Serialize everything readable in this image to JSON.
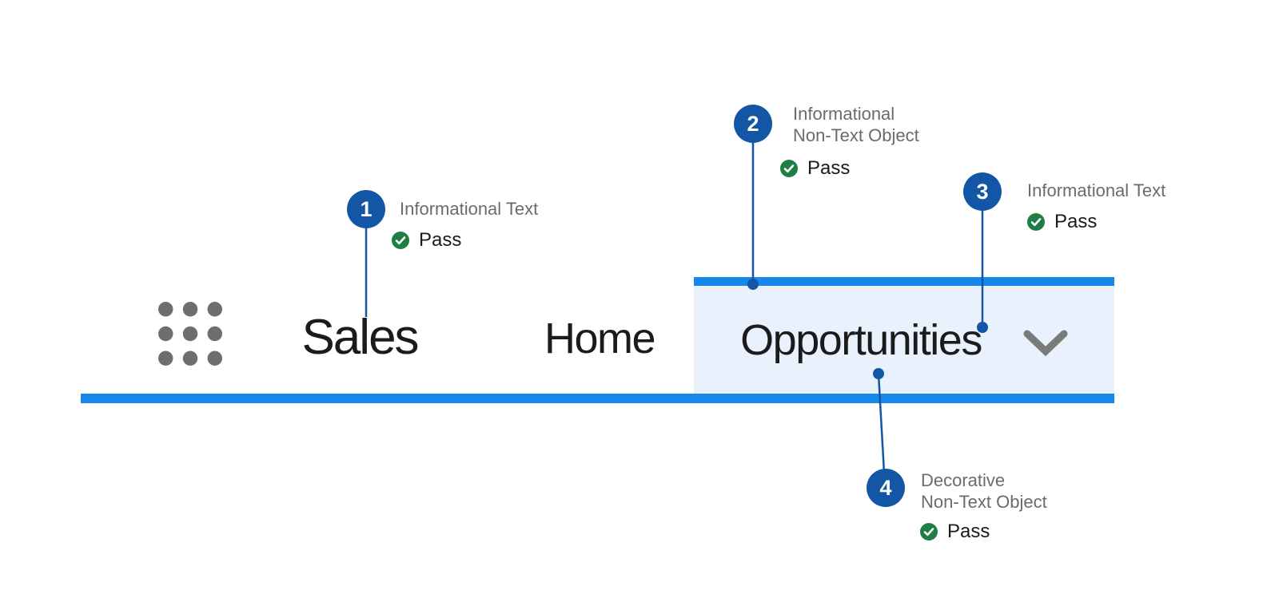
{
  "colors": {
    "accent_blue": "#1787E9",
    "callout_blue": "#1356A5",
    "tab_bg": "#E9F2FC",
    "pass_green": "#1E7E45",
    "label_gray": "#6B6B6B",
    "text_dark": "#1B1B1B",
    "icon_gray": "#6E6E6E",
    "chevron_gray": "#7A7A7A"
  },
  "nav": {
    "app_name": "Sales",
    "items": [
      {
        "label": "Home",
        "active": false
      },
      {
        "label": "Opportunities",
        "active": true
      }
    ],
    "icons": {
      "waffle": "app-launcher-grid-icon",
      "chevron": "chevron-down-icon"
    }
  },
  "callouts": [
    {
      "number": "1",
      "label_lines": [
        "Informational Text"
      ],
      "status": "Pass"
    },
    {
      "number": "2",
      "label_lines": [
        "Informational",
        "Non-Text Object"
      ],
      "status": "Pass"
    },
    {
      "number": "3",
      "label_lines": [
        "Informational Text"
      ],
      "status": "Pass"
    },
    {
      "number": "4",
      "label_lines": [
        "Decorative",
        "Non-Text Object"
      ],
      "status": "Pass"
    }
  ],
  "status_icon": "check-circle-icon"
}
